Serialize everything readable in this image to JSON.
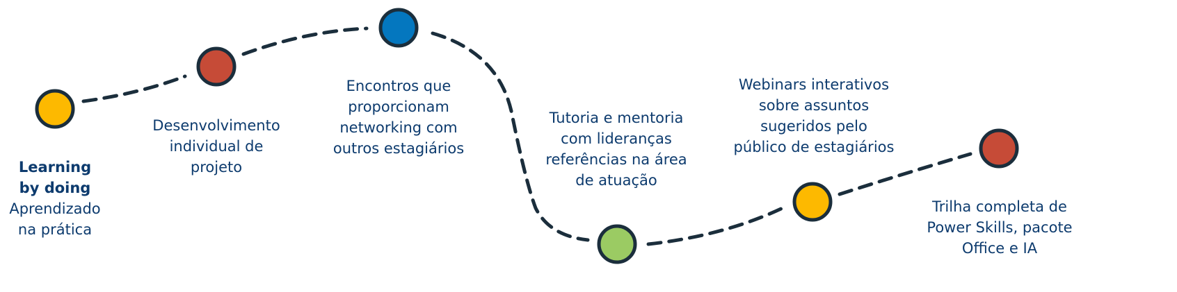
{
  "colors": {
    "line": "#1B2E3C",
    "text": "#0D3B6E",
    "yellow": "#FDB900",
    "red": "#C64B37",
    "blue": "#0477BF",
    "green": "#9BCB63"
  },
  "steps": [
    {
      "color": "yellow",
      "title": [
        "Learning",
        "by doing"
      ],
      "lines": [
        "Aprendizado",
        "na prática"
      ]
    },
    {
      "color": "red",
      "lines": [
        "Desenvolvimento",
        "individual de",
        "projeto"
      ]
    },
    {
      "color": "blue",
      "lines": [
        "Encontros que",
        "proporcionam",
        "networking com",
        "outros estagiários"
      ]
    },
    {
      "color": "green",
      "lines": [
        "Tutoria e mentoria",
        "com lideranças",
        "referências na área",
        "de atuação"
      ]
    },
    {
      "color": "yellow",
      "lines": [
        "Webinars interativos",
        "sobre assuntos",
        "sugeridos pelo",
        "público de estagiários"
      ]
    },
    {
      "color": "red",
      "lines": [
        "Trilha completa de",
        "Power Skills, pacote",
        "Office e IA"
      ]
    }
  ]
}
